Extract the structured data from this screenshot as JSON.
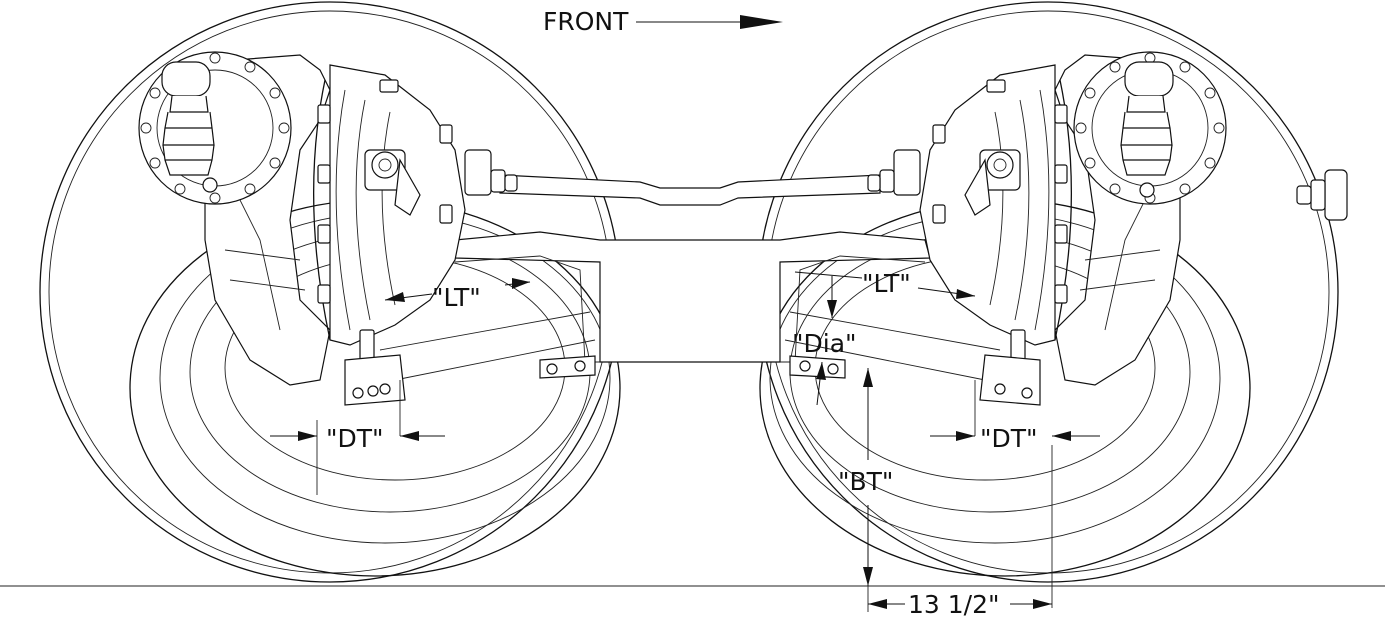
{
  "labels": {
    "front": "FRONT",
    "lt_left": "\"LT\"",
    "lt_right": "\"LT\"",
    "dia": "\"Dia\"",
    "dt_left": "\"DT\"",
    "dt_right": "\"DT\"",
    "bt": "\"BT\"",
    "dim_13_5": "13 1/2\""
  },
  "colors": {
    "ink": "#111111",
    "background": "#ffffff"
  }
}
